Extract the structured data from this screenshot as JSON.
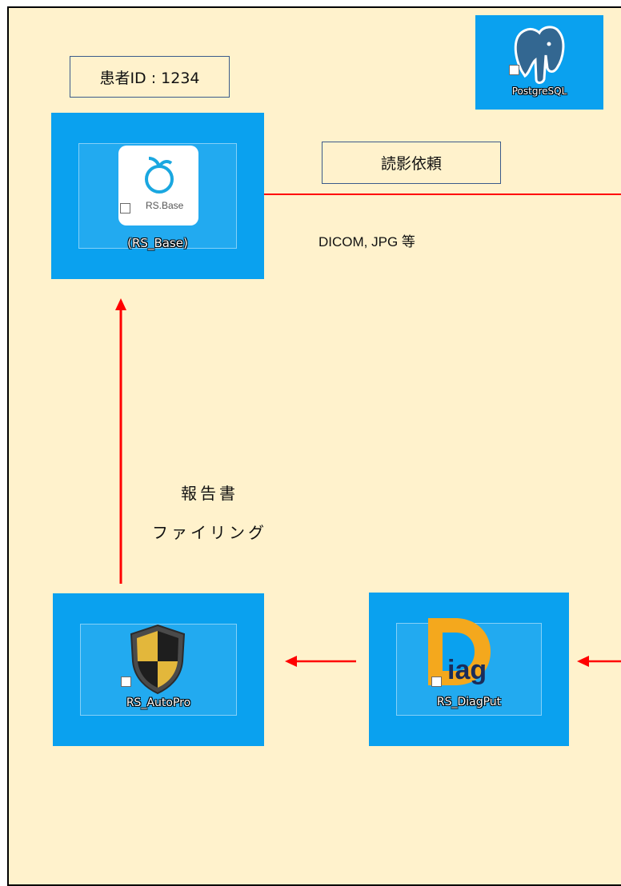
{
  "patient_id_label": "患者ID : 1234",
  "request_label": "読影依頼",
  "data_format_text": "DICOM, JPG 等",
  "report_filing_line1": "報告書",
  "report_filing_line2": "ファイリング",
  "icons": {
    "postgres": {
      "caption": "PostgreSQL",
      "icon": "postgresql-elephant-icon"
    },
    "rs_base": {
      "caption": "(RS_Base)",
      "logo_text": "RS.Base",
      "icon": "apple-icon"
    },
    "rs_autopro": {
      "caption": "RS_AutoPro",
      "icon": "shield-icon"
    },
    "rs_diagput": {
      "caption": "RS_DiagPut",
      "logo_text": "iag",
      "icon": "diag-logo-icon"
    }
  },
  "colors": {
    "background": "#fff2cc",
    "tile": "#0aa1ef",
    "arrow": "#ff0000",
    "label_border": "#3b5b8a"
  }
}
